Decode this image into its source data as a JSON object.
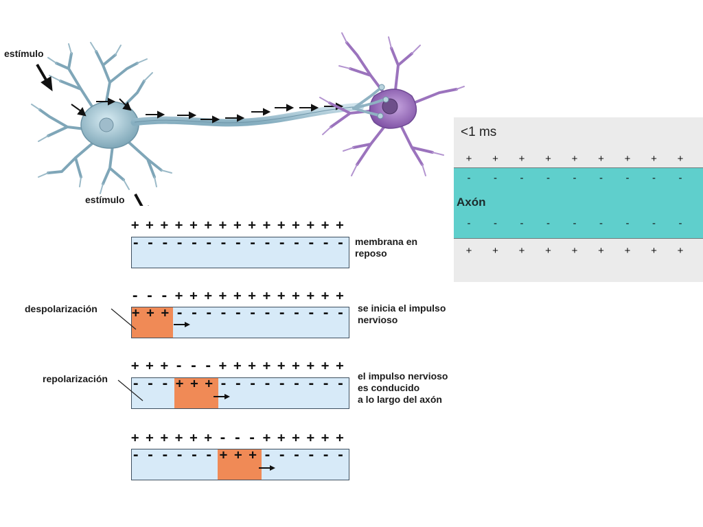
{
  "neuron": {
    "stimulus_label_top": "estímulo",
    "stimulus_label_bottom": "estímulo"
  },
  "strips": [
    {
      "top_charges": [
        "+",
        "+",
        "+",
        "+",
        "+",
        "+",
        "+",
        "+",
        "+",
        "+",
        "+",
        "+",
        "+",
        "+",
        "+"
      ],
      "inner_charges": [
        "-",
        "-",
        "-",
        "-",
        "-",
        "-",
        "-",
        "-",
        "-",
        "-",
        "-",
        "-",
        "-",
        "-",
        "-"
      ],
      "right_label": "membrana en reposo",
      "left_label": "",
      "depolarized_segment": null
    },
    {
      "top_charges": [
        "-",
        "-",
        "-",
        "+",
        "+",
        "+",
        "+",
        "+",
        "+",
        "+",
        "+",
        "+",
        "+",
        "+",
        "+"
      ],
      "inner_charges": [
        "+",
        "+",
        "+",
        "-",
        "-",
        "-",
        "-",
        "-",
        "-",
        "-",
        "-",
        "-",
        "-",
        "-",
        "-"
      ],
      "right_label": "se inicia el impulso nervioso",
      "left_label": "despolarización",
      "depolarized_segment": [
        0,
        3
      ]
    },
    {
      "top_charges": [
        "+",
        "+",
        "+",
        "-",
        "-",
        "-",
        "+",
        "+",
        "+",
        "+",
        "+",
        "+",
        "+",
        "+",
        "+"
      ],
      "inner_charges": [
        "-",
        "-",
        "-",
        "+",
        "+",
        "+",
        "-",
        "-",
        "-",
        "-",
        "-",
        "-",
        "-",
        "-",
        "-"
      ],
      "right_label": "el impulso nervioso es conducido a lo largo del axón",
      "left_label": "repolarización",
      "depolarized_segment": [
        3,
        6
      ]
    },
    {
      "top_charges": [
        "+",
        "+",
        "+",
        "+",
        "+",
        "+",
        "-",
        "-",
        "-",
        "+",
        "+",
        "+",
        "+",
        "+",
        "+"
      ],
      "inner_charges": [
        "-",
        "-",
        "-",
        "-",
        "-",
        "-",
        "+",
        "+",
        "+",
        "-",
        "-",
        "-",
        "-",
        "-",
        "-"
      ],
      "right_label": "",
      "left_label": "",
      "depolarized_segment": [
        6,
        9
      ]
    }
  ],
  "labels": {
    "strip1_right_a": "membrana en",
    "strip1_right_b": "reposo",
    "strip2_right_a": "se inicia el impulso",
    "strip2_right_b": "nervioso",
    "strip3_right_a": "el impulso nervioso",
    "strip3_right_b": "es conducido",
    "strip3_right_c": "a lo largo del axón",
    "depolarization": "despolarización",
    "repolarization": "repolarización"
  },
  "axon_panel": {
    "time_label": "<1 ms",
    "axon_label": "Axón",
    "outer_top": [
      "+",
      "+",
      "+",
      "+",
      "+",
      "+",
      "+",
      "+",
      "+"
    ],
    "inner_top": [
      "-",
      "-",
      "-",
      "-",
      "-",
      "-",
      "-",
      "-",
      "-"
    ],
    "inner_bottom": [
      "-",
      "-",
      "-",
      "-",
      "-",
      "-",
      "-",
      "-",
      "-"
    ],
    "outer_bottom": [
      "+",
      "+",
      "+",
      "+",
      "+",
      "+",
      "+",
      "+",
      "+"
    ]
  },
  "colors": {
    "membrane_fill": "#d7eaf8",
    "depolarized_fill": "#f08a56",
    "axon_fill": "#5fcfcc",
    "panel_bg": "#ebebeb",
    "neuron1": "#a9cad6",
    "neuron2": "#a77cc6"
  }
}
